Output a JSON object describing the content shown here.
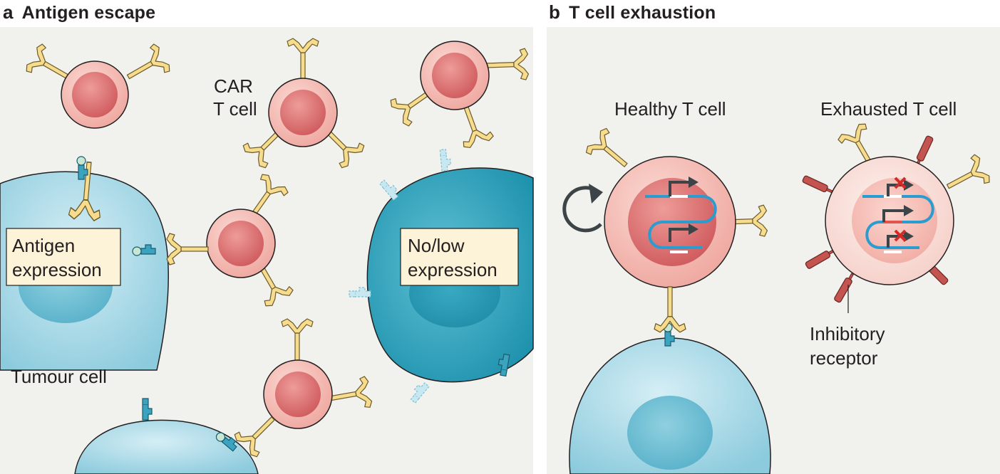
{
  "panel_a": {
    "letter": "a",
    "title": "Antigen escape",
    "car_t_cell_label_line1": "CAR",
    "car_t_cell_label_line2": "T cell",
    "antigen_box_line1": "Antigen",
    "antigen_box_line2": "expression",
    "nolow_box_line1": "No/low",
    "nolow_box_line2": "expression",
    "tumour_cell_label": "Tumour cell"
  },
  "panel_b": {
    "letter": "b",
    "title": "T cell exhaustion",
    "healthy_label": "Healthy T cell",
    "exhausted_label": "Exhausted T cell",
    "inhibitory_line1": "Inhibitory",
    "inhibitory_line2": "receptor"
  },
  "colors": {
    "panel_bg": "#f1f1ee",
    "t_cell": "#f2b8b0",
    "t_cell_nucleus": "#d9686a",
    "tumour_cell": "#9fd3e3",
    "tumour_low": "#1f9bb5",
    "car_receptor": "#f6dc8c",
    "antigen": "#3aa3bf",
    "inhibitory_receptor": "#c4544f",
    "label_box": "#fdf3d8"
  }
}
